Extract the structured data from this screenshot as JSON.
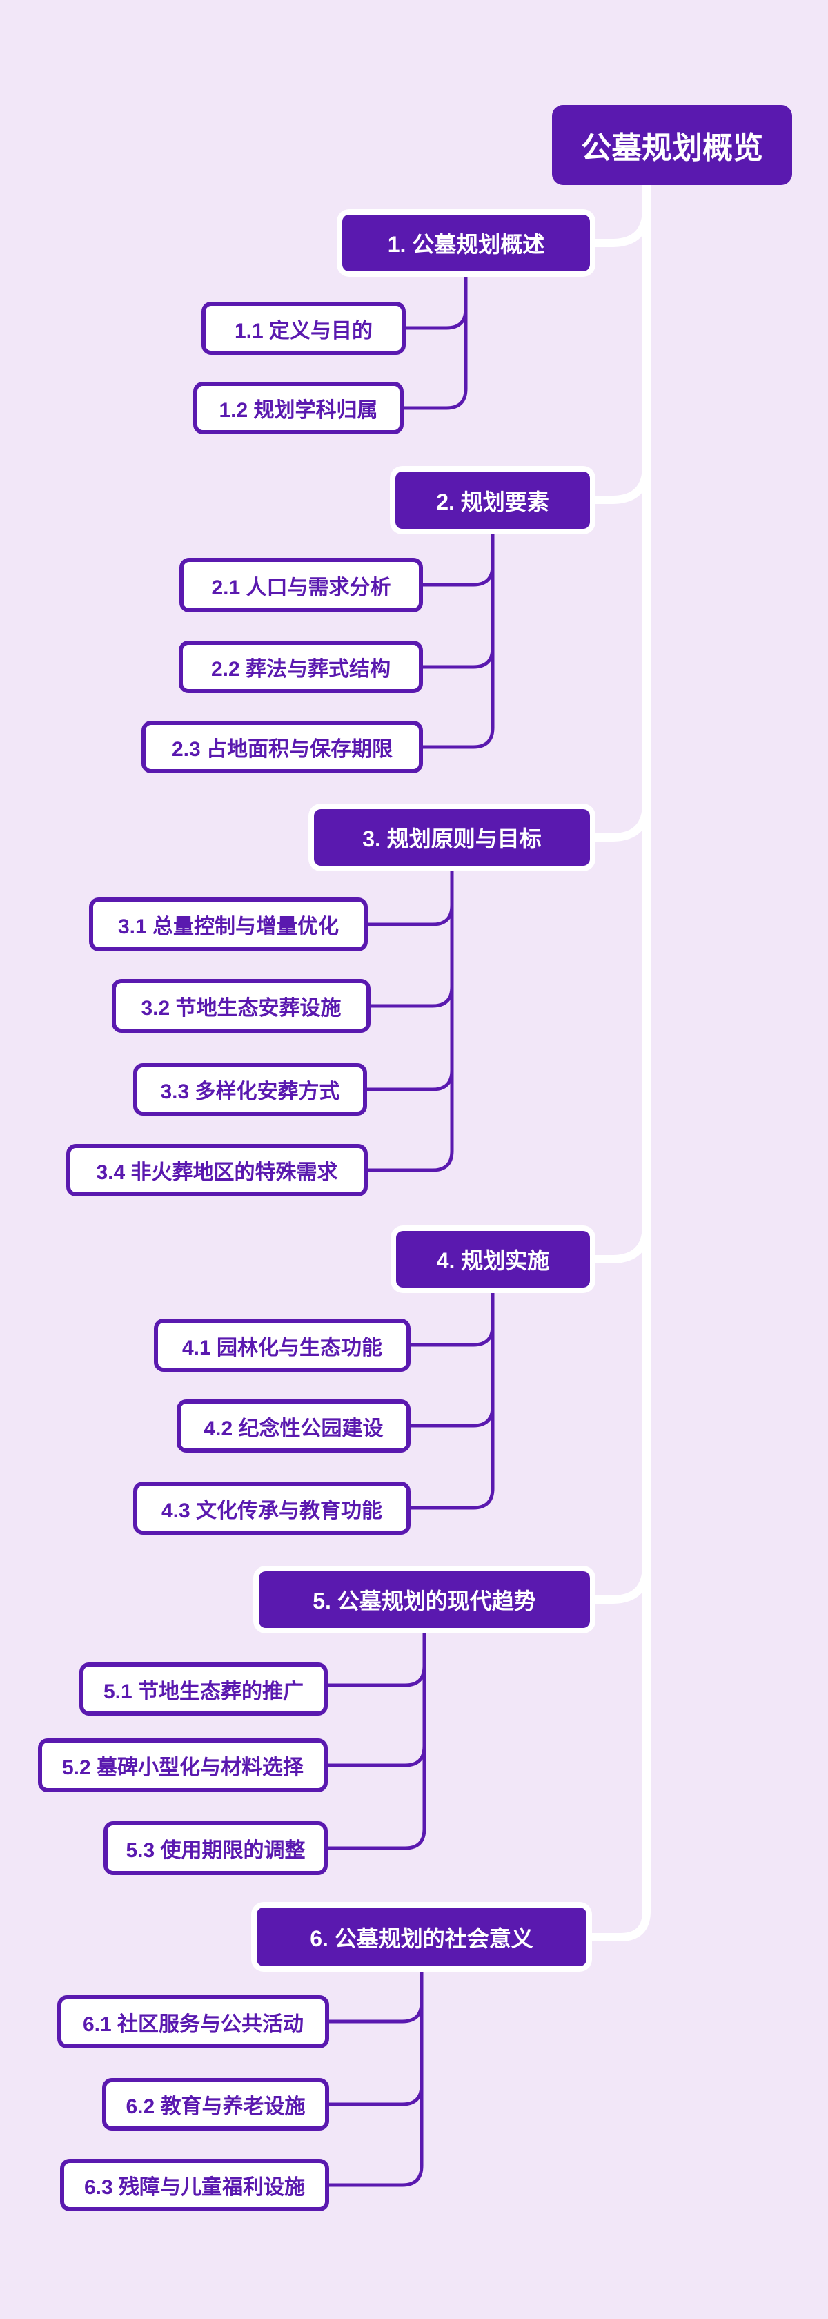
{
  "root": {
    "label": "公墓规划概览"
  },
  "branches": [
    {
      "label": "1. 公墓规划概述",
      "children": [
        {
          "label": "1.1 定义与目的"
        },
        {
          "label": "1.2 规划学科归属"
        }
      ]
    },
    {
      "label": "2. 规划要素",
      "children": [
        {
          "label": "2.1 人口与需求分析"
        },
        {
          "label": "2.2 葬法与葬式结构"
        },
        {
          "label": "2.3 占地面积与保存期限"
        }
      ]
    },
    {
      "label": "3. 规划原则与目标",
      "children": [
        {
          "label": "3.1 总量控制与增量优化"
        },
        {
          "label": "3.2 节地生态安葬设施"
        },
        {
          "label": "3.3 多样化安葬方式"
        },
        {
          "label": "3.4 非火葬地区的特殊需求"
        }
      ]
    },
    {
      "label": "4. 规划实施",
      "children": [
        {
          "label": "4.1 园林化与生态功能"
        },
        {
          "label": "4.2 纪念性公园建设"
        },
        {
          "label": "4.3 文化传承与教育功能"
        }
      ]
    },
    {
      "label": "5. 公墓规划的现代趋势",
      "children": [
        {
          "label": "5.1 节地生态葬的推广"
        },
        {
          "label": "5.2 墓碑小型化与材料选择"
        },
        {
          "label": "5.3 使用期限的调整"
        }
      ]
    },
    {
      "label": "6. 公墓规划的社会意义",
      "children": [
        {
          "label": "6.1 社区服务与公共活动"
        },
        {
          "label": "6.2 教育与养老设施"
        },
        {
          "label": "6.3 残障与儿童福利设施"
        }
      ]
    }
  ],
  "colors": {
    "background": "#f2e7f8",
    "node_purple": "#5a19af",
    "connector_white": "#ffffff",
    "child_background": "#ffffff",
    "text_on_purple": "#ffffff"
  }
}
